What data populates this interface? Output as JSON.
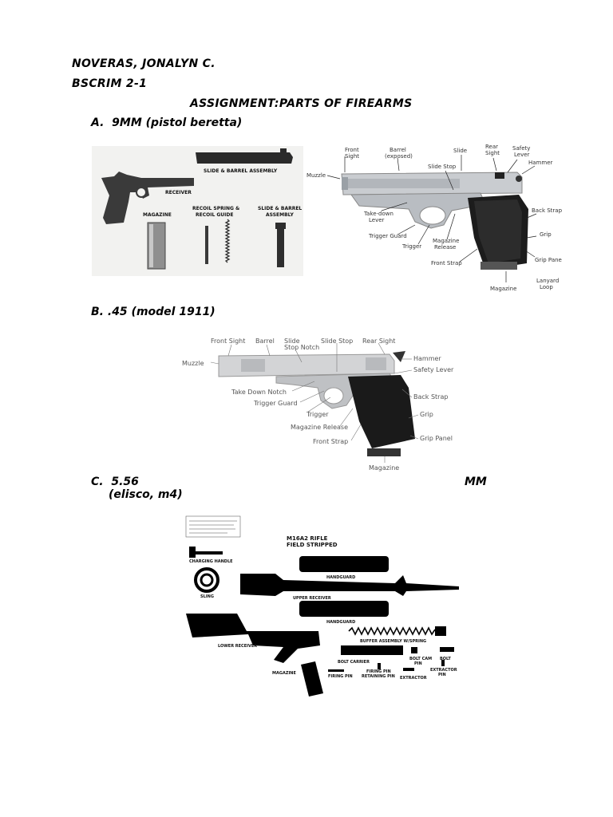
{
  "header": {
    "name": "NOVERAS, JONALYN C.",
    "course": "BSCRIM 2-1",
    "title": "ASSIGNMENT:PARTS OF FIREARMS"
  },
  "sections": {
    "a": {
      "marker": "A.",
      "heading": "9MM (pistol beretta)",
      "left_labels": {
        "slide_barrel_assembly": "SLIDE & BARREL ASSEMBLY",
        "receiver": "RECEIVER",
        "magazine": "MAGAZINE",
        "recoil_spring_1": "RECOIL SPRING &",
        "recoil_spring_2": "RECOIL GUIDE",
        "slide_barrel_1": "SLIDE & BARREL",
        "slide_barrel_2": "ASSEMBLY"
      },
      "right_labels": {
        "front_sight_1": "Front",
        "front_sight_2": "Sight",
        "barrel_1": "Barrel",
        "barrel_2": "(exposed)",
        "slide": "Slide",
        "rear_sight_1": "Rear",
        "rear_sight_2": "Sight",
        "safety_lever_1": "Safety",
        "safety_lever_2": "Lever",
        "hammer": "Hammer",
        "muzzle": "Muzzle",
        "slide_stop": "Slide Stop",
        "take_down_1": "Take-down",
        "take_down_2": "Lever",
        "back_strap": "Back Strap",
        "grip": "Grip",
        "trigger_guard": "Trigger Guard",
        "trigger": "Trigger",
        "magazine_release_1": "Magazine",
        "magazine_release_2": "Release",
        "grip_panel": "Grip Pane",
        "front_strap": "Front Strap",
        "lanyard_1": "Lanyard",
        "lanyard_2": "Loop",
        "magazine": "Magazine"
      }
    },
    "b": {
      "marker": "B.",
      "heading": ".45 (model 1911)",
      "labels": {
        "front_sight": "Front Sight",
        "barrel": "Barrel",
        "slide_stop_notch_1": "Slide",
        "slide_stop_notch_2": "Stop Notch",
        "slide_stop": "Slide Stop",
        "rear_sight": "Rear Sight",
        "muzzle": "Muzzle",
        "hammer": "Hammer",
        "safety_lever": "Safety Lever",
        "take_down_notch": "Take Down Notch",
        "trigger_guard": "Trigger Guard",
        "back_strap": "Back Strap",
        "trigger": "Trigger",
        "grip": "Grip",
        "magazine_release": "Magazine Release",
        "front_strap": "Front Strap",
        "grip_panel": "Grip Panel",
        "magazine": "Magazine"
      }
    },
    "c": {
      "marker": "C.",
      "heading": "5.56",
      "unit": "MM",
      "subheading": "(elisco, m4)",
      "labels": {
        "title_1": "M16A2 RIFLE",
        "title_2": "FIELD STRIPPED",
        "charging_handle": "CHARGING HANDLE",
        "handguard_top": "HANDGUARD",
        "sling": "SLING",
        "upper_receiver": "UPPER RECEIVER",
        "handguard_bottom": "HANDGUARD",
        "buffer_assembly": "BUFFER ASSEMBLY W/SPRING",
        "lower_receiver": "LOWER RECEIVER",
        "bolt_carrier": "BOLT CARRIER",
        "bolt_cam_pin_1": "BOLT CAM",
        "bolt_cam_pin_2": "PIN",
        "bolt": "BOLT",
        "firing_pin_retaining_1": "FIRING PIN",
        "firing_pin_retaining_2": "RETAINING PIN",
        "extractor_pin_1": "EXTRACTOR",
        "extractor_pin_2": "PIN",
        "magazine": "MAGAZINE",
        "firing_pin": "FIRING PIN",
        "extractor": "EXTRACTOR"
      }
    }
  }
}
